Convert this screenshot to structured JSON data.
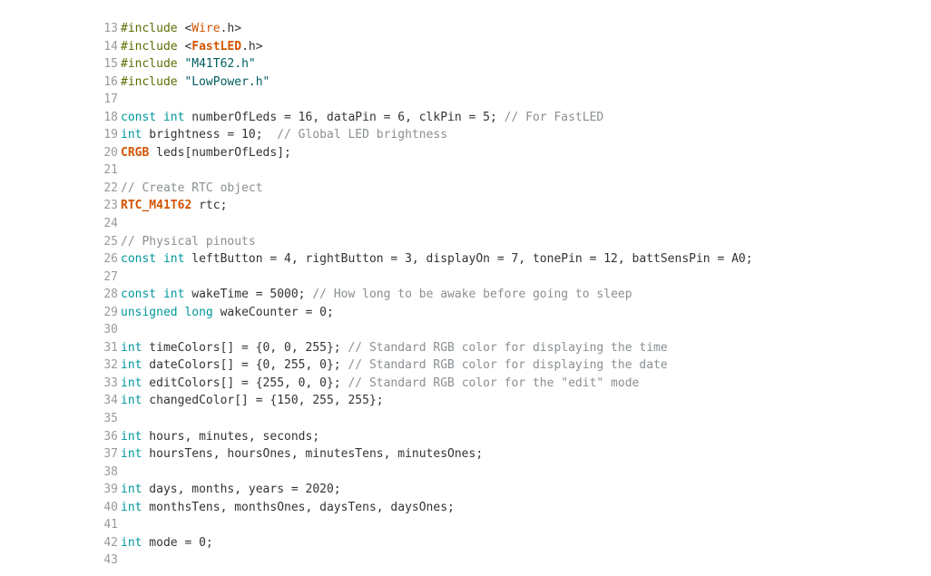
{
  "editor": {
    "colors": {
      "keyword": "#00979c",
      "type": "#d35400",
      "string": "#005c5f",
      "comment": "#8a8f93",
      "preprocessor": "#5e6d03",
      "line_number": "#9a9a9a",
      "text": "#333333"
    },
    "lines": [
      {
        "n": "13",
        "tokens": [
          {
            "t": "#include",
            "c": "pp"
          },
          {
            "t": " <",
            "c": "plain"
          },
          {
            "t": "Wire",
            "c": "lib"
          },
          {
            "t": ".h>",
            "c": "plain"
          }
        ]
      },
      {
        "n": "14",
        "tokens": [
          {
            "t": "#include",
            "c": "pp"
          },
          {
            "t": " <",
            "c": "plain"
          },
          {
            "t": "FastLED",
            "c": "libb"
          },
          {
            "t": ".h>",
            "c": "plain"
          }
        ]
      },
      {
        "n": "15",
        "tokens": [
          {
            "t": "#include",
            "c": "pp"
          },
          {
            "t": " ",
            "c": "plain"
          },
          {
            "t": "\"M41T62.h\"",
            "c": "str"
          }
        ]
      },
      {
        "n": "16",
        "tokens": [
          {
            "t": "#include",
            "c": "pp"
          },
          {
            "t": " ",
            "c": "plain"
          },
          {
            "t": "\"LowPower.h\"",
            "c": "str"
          }
        ]
      },
      {
        "n": "17",
        "tokens": []
      },
      {
        "n": "18",
        "tokens": [
          {
            "t": "const",
            "c": "kw"
          },
          {
            "t": " ",
            "c": "plain"
          },
          {
            "t": "int",
            "c": "kw"
          },
          {
            "t": " numberOfLeds = 16, dataPin = 6, clkPin = 5; ",
            "c": "plain"
          },
          {
            "t": "// For FastLED",
            "c": "cm"
          }
        ]
      },
      {
        "n": "19",
        "tokens": [
          {
            "t": "int",
            "c": "kw"
          },
          {
            "t": " brightness = 10;  ",
            "c": "plain"
          },
          {
            "t": "// Global LED brightness",
            "c": "cm"
          }
        ]
      },
      {
        "n": "20",
        "tokens": [
          {
            "t": "CRGB",
            "c": "type"
          },
          {
            "t": " leds[numberOfLeds];",
            "c": "plain"
          }
        ]
      },
      {
        "n": "21",
        "tokens": []
      },
      {
        "n": "22",
        "tokens": [
          {
            "t": "// Create RTC object",
            "c": "cm"
          }
        ]
      },
      {
        "n": "23",
        "tokens": [
          {
            "t": "RTC_M41T62",
            "c": "type"
          },
          {
            "t": " rtc;",
            "c": "plain"
          }
        ]
      },
      {
        "n": "24",
        "tokens": []
      },
      {
        "n": "25",
        "tokens": [
          {
            "t": "// Physical pinouts",
            "c": "cm"
          }
        ]
      },
      {
        "n": "26",
        "tokens": [
          {
            "t": "const",
            "c": "kw"
          },
          {
            "t": " ",
            "c": "plain"
          },
          {
            "t": "int",
            "c": "kw"
          },
          {
            "t": " leftButton = 4, rightButton = 3, displayOn = 7, tonePin = 12, battSensPin = A0;",
            "c": "plain"
          }
        ]
      },
      {
        "n": "27",
        "tokens": []
      },
      {
        "n": "28",
        "tokens": [
          {
            "t": "const",
            "c": "kw"
          },
          {
            "t": " ",
            "c": "plain"
          },
          {
            "t": "int",
            "c": "kw"
          },
          {
            "t": " wakeTime = 5000; ",
            "c": "plain"
          },
          {
            "t": "// How long to be awake before going to sleep",
            "c": "cm"
          }
        ]
      },
      {
        "n": "29",
        "tokens": [
          {
            "t": "unsigned",
            "c": "kw"
          },
          {
            "t": " ",
            "c": "plain"
          },
          {
            "t": "long",
            "c": "kw"
          },
          {
            "t": " wakeCounter = 0;",
            "c": "plain"
          }
        ]
      },
      {
        "n": "30",
        "tokens": []
      },
      {
        "n": "31",
        "tokens": [
          {
            "t": "int",
            "c": "kw"
          },
          {
            "t": " timeColors[] = {0, 0, 255}; ",
            "c": "plain"
          },
          {
            "t": "// Standard RGB color for displaying the time",
            "c": "cm"
          }
        ]
      },
      {
        "n": "32",
        "tokens": [
          {
            "t": "int",
            "c": "kw"
          },
          {
            "t": " dateColors[] = {0, 255, 0}; ",
            "c": "plain"
          },
          {
            "t": "// Standard RGB color for displaying the date",
            "c": "cm"
          }
        ]
      },
      {
        "n": "33",
        "tokens": [
          {
            "t": "int",
            "c": "kw"
          },
          {
            "t": " editColors[] = {255, 0, 0}; ",
            "c": "plain"
          },
          {
            "t": "// Standard RGB color for the \"edit\" mode",
            "c": "cm"
          }
        ]
      },
      {
        "n": "34",
        "tokens": [
          {
            "t": "int",
            "c": "kw"
          },
          {
            "t": " changedColor[] = {150, 255, 255};",
            "c": "plain"
          }
        ]
      },
      {
        "n": "35",
        "tokens": []
      },
      {
        "n": "36",
        "tokens": [
          {
            "t": "int",
            "c": "kw"
          },
          {
            "t": " hours, minutes, seconds;",
            "c": "plain"
          }
        ]
      },
      {
        "n": "37",
        "tokens": [
          {
            "t": "int",
            "c": "kw"
          },
          {
            "t": " hoursTens, hoursOnes, minutesTens, minutesOnes;",
            "c": "plain"
          }
        ]
      },
      {
        "n": "38",
        "tokens": []
      },
      {
        "n": "39",
        "tokens": [
          {
            "t": "int",
            "c": "kw"
          },
          {
            "t": " days, months, years = 2020;",
            "c": "plain"
          }
        ]
      },
      {
        "n": "40",
        "tokens": [
          {
            "t": "int",
            "c": "kw"
          },
          {
            "t": " monthsTens, monthsOnes, daysTens, daysOnes;",
            "c": "plain"
          }
        ]
      },
      {
        "n": "41",
        "tokens": []
      },
      {
        "n": "42",
        "tokens": [
          {
            "t": "int",
            "c": "kw"
          },
          {
            "t": " mode = 0;",
            "c": "plain"
          }
        ]
      },
      {
        "n": "43",
        "tokens": []
      }
    ]
  }
}
